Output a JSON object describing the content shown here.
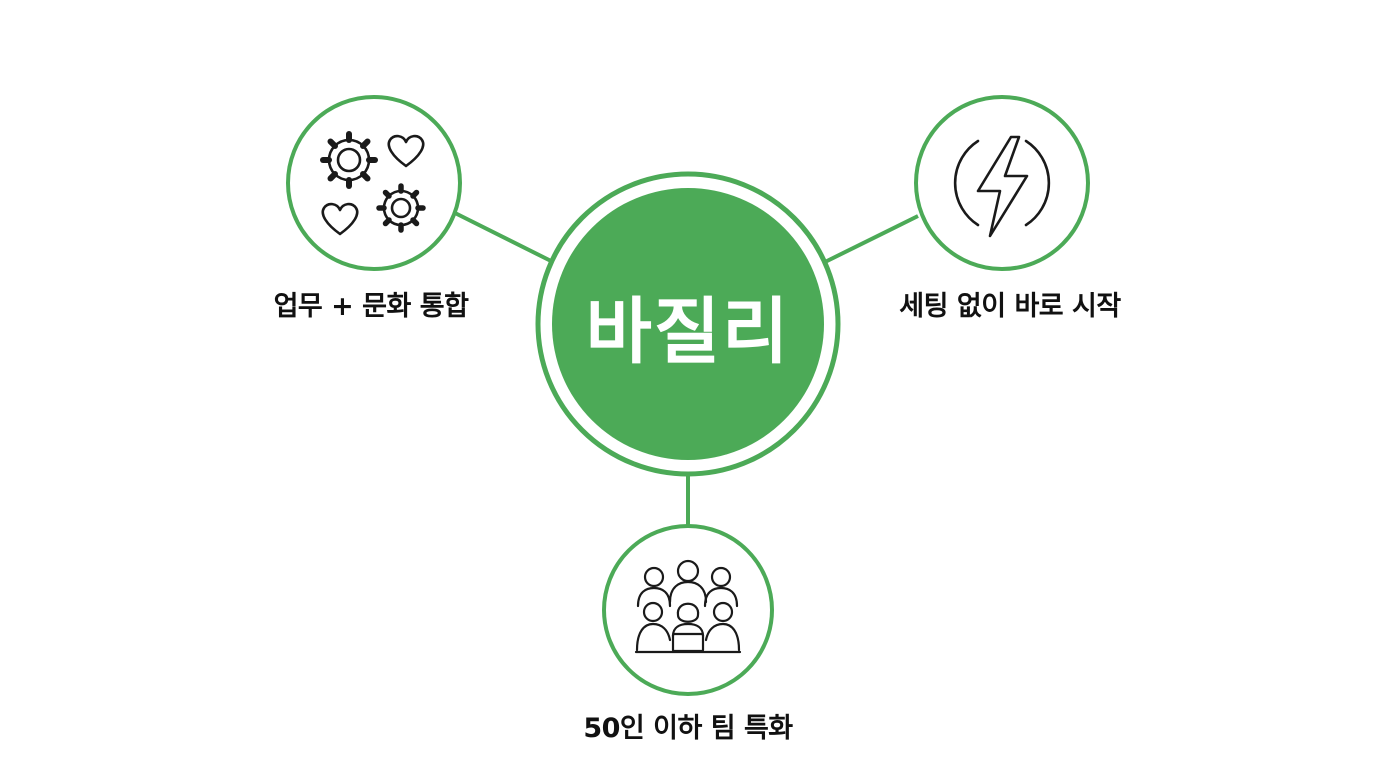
{
  "hub": {
    "title": "바질리"
  },
  "nodes": [
    {
      "id": "integration",
      "label": "업무 + 문화 통합",
      "icon": "gears-hearts-icon"
    },
    {
      "id": "instant",
      "label": "세팅 없이 바로 시작",
      "icon": "lightning-bolt-icon"
    },
    {
      "id": "small-team",
      "label": "50인 이하 팀 특화",
      "icon": "team-meeting-icon"
    }
  ],
  "colors": {
    "accent": "#4caa57",
    "ring": "#4caa57",
    "connector": "#4caa57",
    "icon_stroke": "#1a1a1a",
    "text": "#111111",
    "background": "#ffffff"
  }
}
